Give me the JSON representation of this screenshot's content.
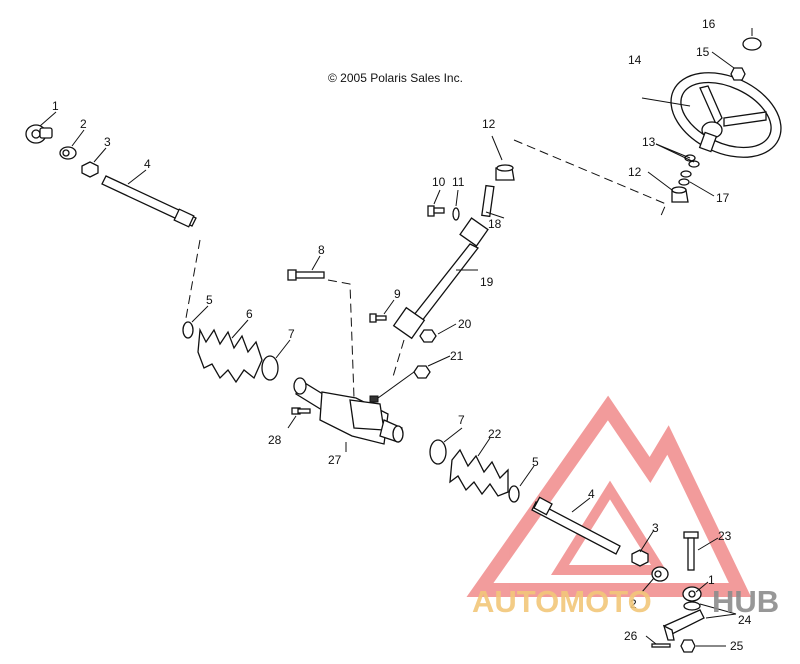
{
  "copyright": "© 2005 Polaris Sales Inc.",
  "watermark": {
    "left": "AUTOMOTO",
    "right": "HUB",
    "left_color": "#f2c77a",
    "right_color": "#8c8c8c",
    "logo_color": "#e84a4a"
  },
  "callouts": {
    "c1": "1",
    "c2": "2",
    "c3": "3",
    "c4": "4",
    "c5": "5",
    "c6": "6",
    "c7": "7",
    "c8": "8",
    "c9": "9",
    "c10": "10",
    "c11": "11",
    "c12a": "12",
    "c12b": "12",
    "c13": "13",
    "c14": "14",
    "c15": "15",
    "c16": "16",
    "c17": "17",
    "c18": "18",
    "c19": "19",
    "c20": "20",
    "c21": "21",
    "c22": "22",
    "c5b": "5",
    "c7b": "7",
    "c4b": "4",
    "c3b": "3",
    "c2b": "2",
    "c1b": "1",
    "c23": "23",
    "c24": "24",
    "c25": "25",
    "c26": "26",
    "c27": "27",
    "c28": "28"
  }
}
